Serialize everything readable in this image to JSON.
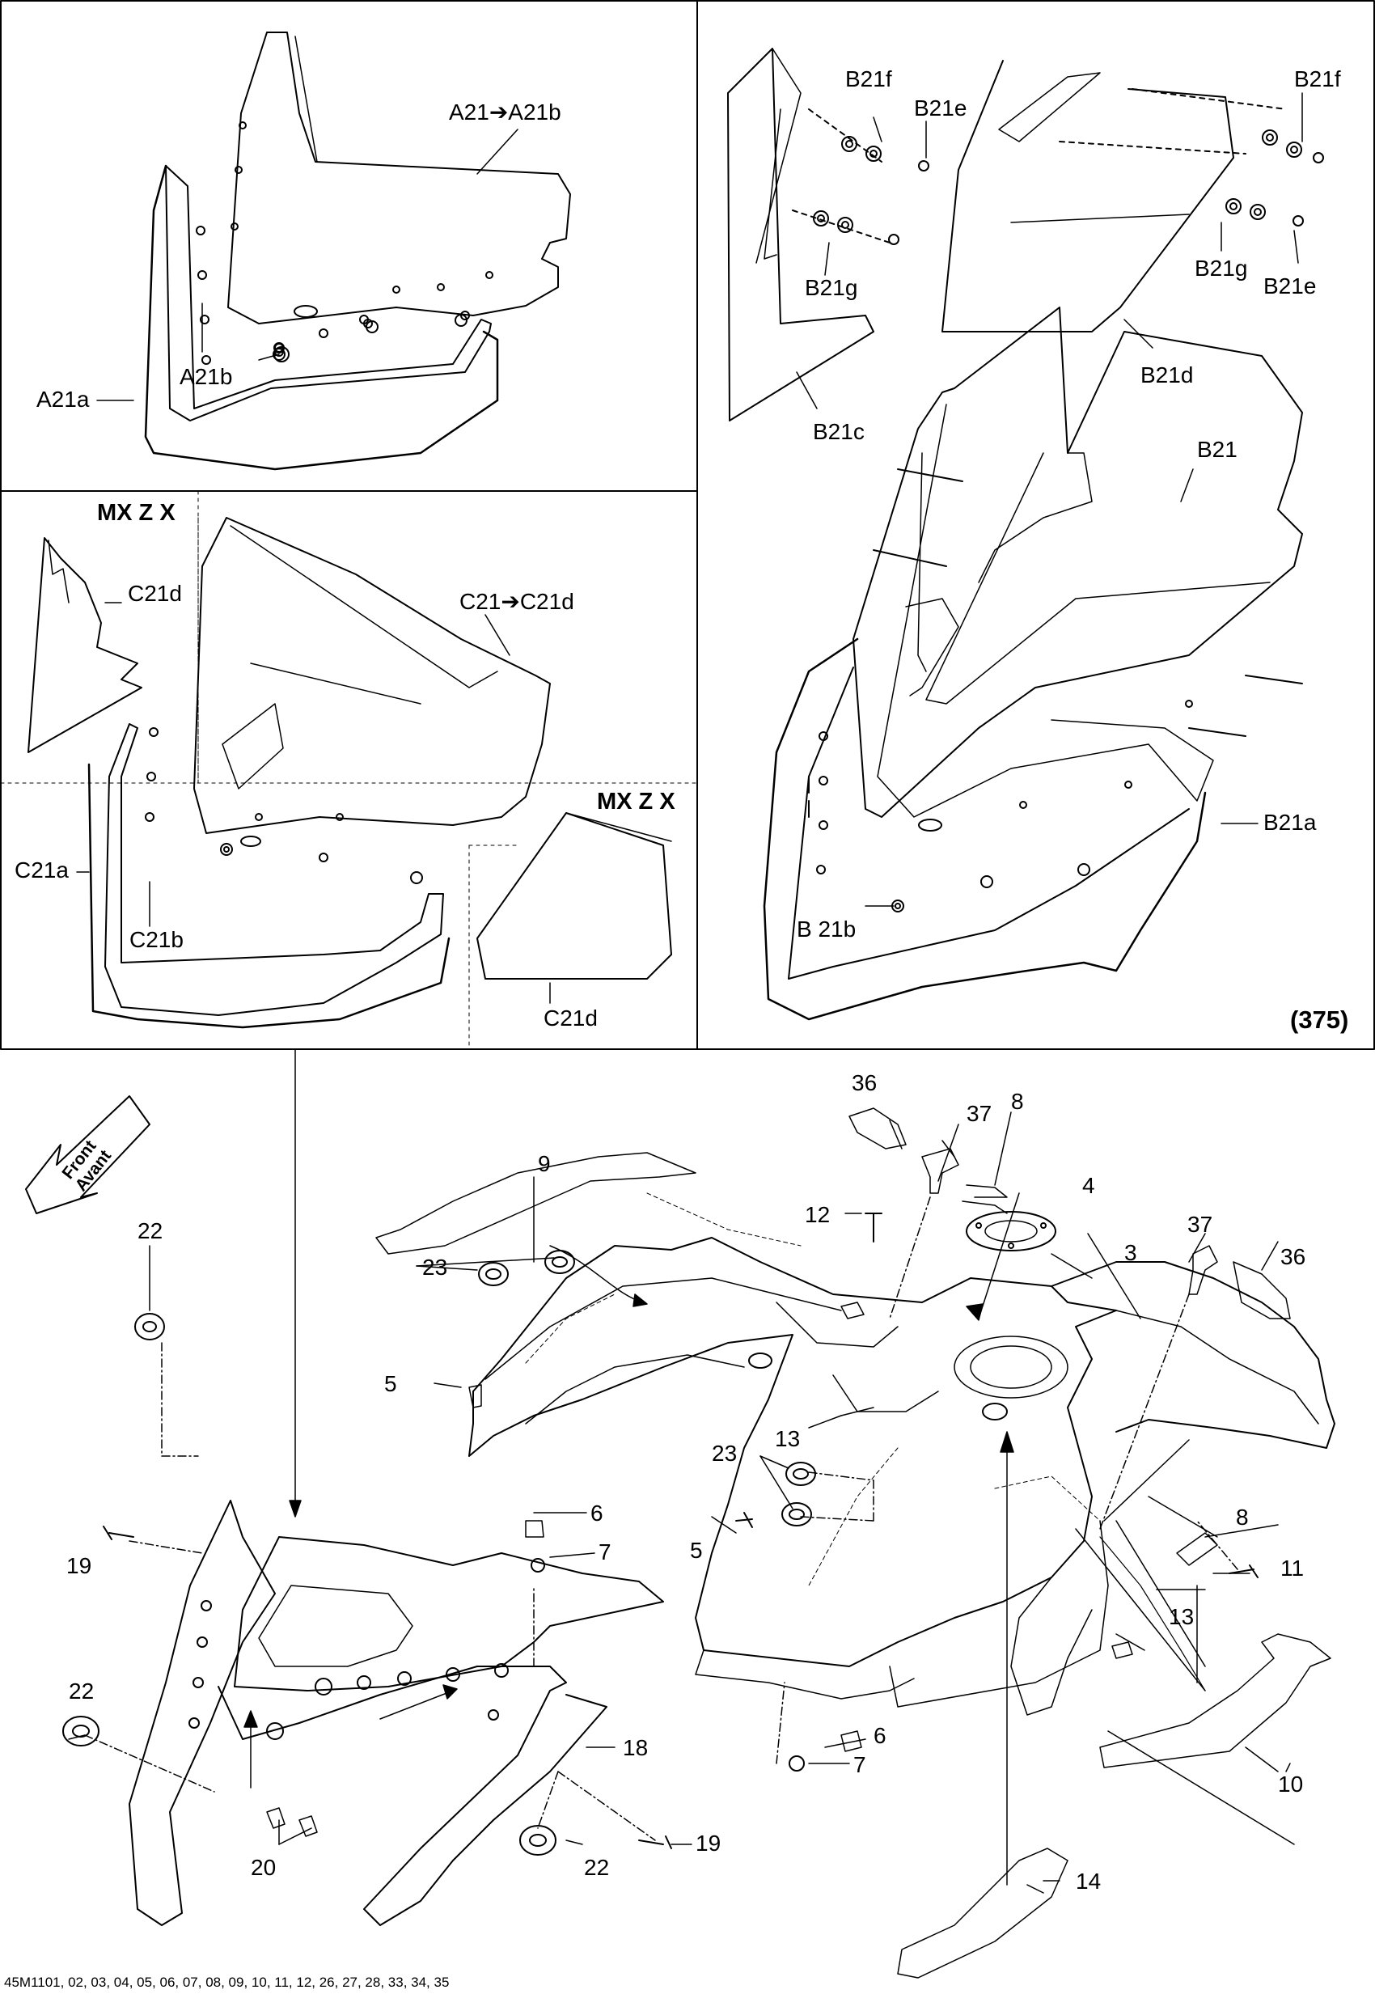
{
  "panels": {
    "a": {
      "callouts": {
        "a21": "A21➔A21b",
        "a21b": "A21b",
        "a21a": "A21a"
      }
    },
    "b": {
      "callouts": {
        "b21f_l": "B21f",
        "b21e_l": "B21e",
        "b21f_r": "B21f",
        "b21g_l": "B21g",
        "b21g_r": "B21g",
        "b21e_r": "B21e",
        "b21d": "B21d",
        "b21c": "B21c",
        "b21": "B21",
        "b21a": "B21a",
        "b21b": "B 21b"
      },
      "page_ref": "(375)"
    },
    "c": {
      "model_top": "MX Z X",
      "model_right": "MX Z X",
      "callouts": {
        "c21d_top": "C21d",
        "c21": "C21➔C21d",
        "c21a": "C21a",
        "c21b": "C21b",
        "c21d_bottom": "C21d"
      }
    }
  },
  "front_arrow": {
    "line1": "Front",
    "line2": "Avant"
  },
  "main": {
    "callouts": {
      "p36a": "36",
      "p37a": "37",
      "p8a": "8",
      "p9": "9",
      "p12": "12",
      "p4": "4",
      "p37b": "37",
      "p3": "3",
      "p36b": "36",
      "p23a": "23",
      "p5a": "5",
      "p22a": "22",
      "p13a": "13",
      "p23b": "23",
      "p6a": "6",
      "p7a": "7",
      "p8b": "8",
      "p11": "11",
      "p5b": "5",
      "p13b": "13",
      "p19a": "19",
      "p22b": "22",
      "p6b": "6",
      "p7b": "7",
      "p10": "10",
      "p18": "18",
      "p19b": "19",
      "p22c": "22",
      "p20": "20",
      "p14": "14"
    }
  },
  "footer_code": "45M1101, 02, 03, 04, 05, 06, 07, 08, 09, 10, 11, 12, 26, 27, 28, 33, 34, 35"
}
